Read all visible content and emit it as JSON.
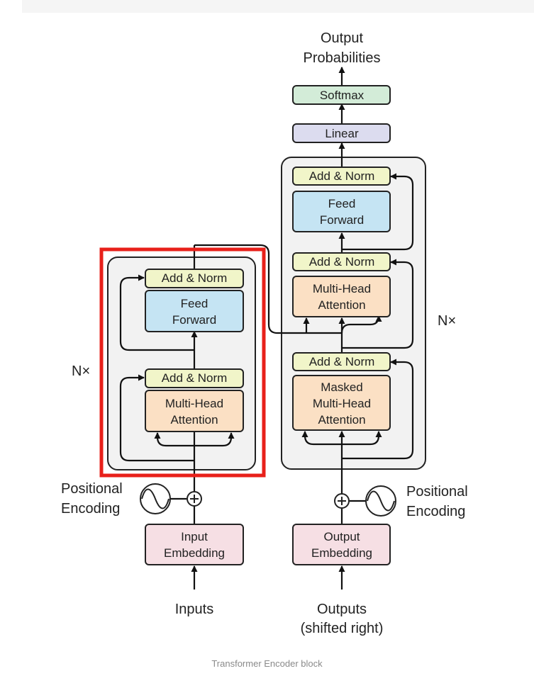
{
  "diagram": {
    "output_probabilities": [
      "Output",
      "Probabilities"
    ],
    "softmax": "Softmax",
    "linear": "Linear",
    "add_norm": "Add & Norm",
    "feed_forward": [
      "Feed",
      "Forward"
    ],
    "multi_head_attention": [
      "Multi-Head",
      "Attention"
    ],
    "masked_multi_head_attention": [
      "Masked",
      "Multi-Head",
      "Attention"
    ],
    "nx": "N×",
    "positional_encoding": [
      "Positional",
      "Encoding"
    ],
    "input_embedding": [
      "Input",
      "Embedding"
    ],
    "output_embedding": [
      "Output",
      "Embedding"
    ],
    "inputs": "Inputs",
    "outputs": [
      "Outputs",
      "(shifted right)"
    ],
    "plus_symbol": "+"
  },
  "caption": "Transformer Encoder block",
  "colors": {
    "add_norm": "#f1f5c9",
    "feed_forward": "#c5e4f3",
    "attention": "#fbe0c4",
    "embedding": "#f6dfe4",
    "softmax": "#d3ecd8",
    "linear": "#dcdcef",
    "block_bg": "#f2f2f2",
    "highlight": "#e8201a"
  }
}
